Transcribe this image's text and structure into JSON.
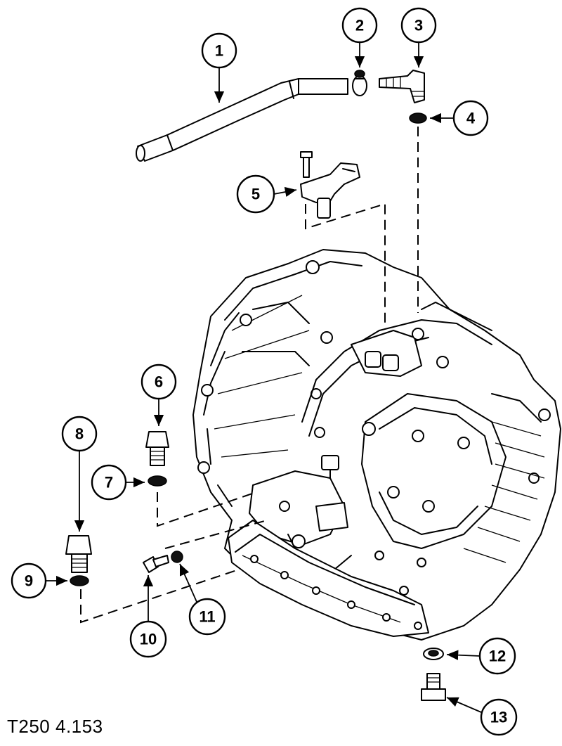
{
  "figure_code": "T250 4.153",
  "callouts": [
    "1",
    "2",
    "3",
    "4",
    "5",
    "6",
    "7",
    "8",
    "9",
    "10",
    "11",
    "12",
    "13"
  ]
}
